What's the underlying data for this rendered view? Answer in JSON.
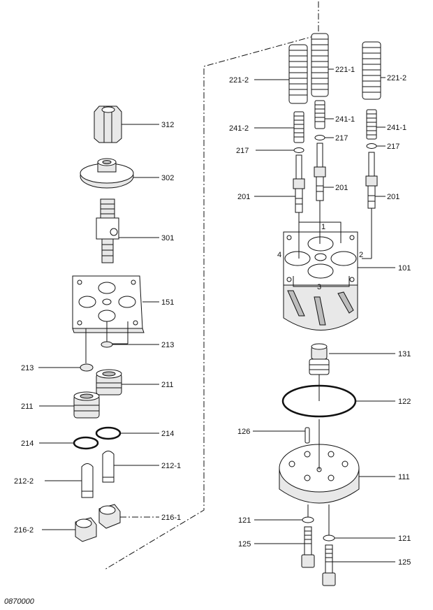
{
  "diagram": {
    "document_code": "0870000",
    "labels": {
      "312": "312",
      "302": "302",
      "301": "301",
      "151": "151",
      "213_a": "213",
      "213_b": "213",
      "211_a": "211",
      "211_b": "211",
      "214_a": "214",
      "214_b": "214",
      "212_1": "212-1",
      "212_2": "212-2",
      "216_1": "216-1",
      "216_2": "216-2",
      "221_2_left": "221-2",
      "221_1": "221-1",
      "221_2_right": "221-2",
      "241_2": "241-2",
      "241_1_mid": "241-1",
      "241_1_right": "241-1",
      "217_left": "217",
      "217_mid": "217",
      "217_right": "217",
      "201_left": "201",
      "201_mid": "201",
      "201_right": "201",
      "port_1": "1",
      "port_2": "2",
      "port_3": "3",
      "port_4": "4",
      "101": "101",
      "131": "131",
      "122": "122",
      "126": "126",
      "111": "111",
      "121_left": "121",
      "121_right": "121",
      "125_left": "125",
      "125_right": "125"
    }
  }
}
